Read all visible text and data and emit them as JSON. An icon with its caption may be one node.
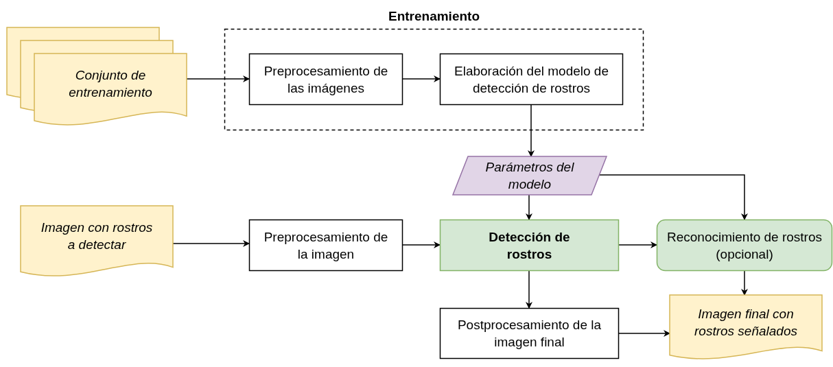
{
  "diagram": {
    "nodes": [
      {
        "text": [
          "Entrenamiento"
        ]
      },
      {
        "text": [
          "Conjunto de entrenamiento"
        ]
      },
      {
        "text": [
          "Preprocesamiento de las imágenes"
        ],
        "in": 0
      },
      {
        "text": [
          "Elaboración del modelo de detección de rostros"
        ],
        "in": 0
      },
      {
        "text": [
          "Parámetros del modelo"
        ]
      },
      {
        "text": [
          "Imagen con rostros a detectar"
        ]
      },
      {
        "text": [
          "Preprocesamiento de la imagen"
        ]
      },
      {
        "text": [
          "Detección de rostros"
        ]
      },
      {
        "text": [
          "Reconocimiento de rostros (opcional)"
        ]
      },
      {
        "text": [
          "Postprocesamiento de la imagen final"
        ]
      },
      {
        "text": [
          "Imagen final con rostros señalados"
        ]
      }
    ],
    "edges": [
      {
        "from": 1,
        "to": 2,
        "arrow": "to"
      },
      {
        "from": 2,
        "to": 3,
        "arrow": "to"
      },
      {
        "from": 3,
        "to": 4,
        "arrow": "to"
      },
      {
        "from": 4,
        "to": 7,
        "arrow": "to"
      },
      {
        "from": 4,
        "to": 8,
        "arrow": "to"
      },
      {
        "from": 5,
        "to": 6,
        "arrow": "to"
      },
      {
        "from": 6,
        "to": 7,
        "arrow": "to"
      },
      {
        "from": 7,
        "to": 8,
        "arrow": "to"
      },
      {
        "from": 7,
        "to": 9,
        "arrow": "to"
      },
      {
        "from": 8,
        "to": 10,
        "arrow": "to"
      },
      {
        "from": 9,
        "to": 10,
        "arrow": "to"
      }
    ]
  }
}
